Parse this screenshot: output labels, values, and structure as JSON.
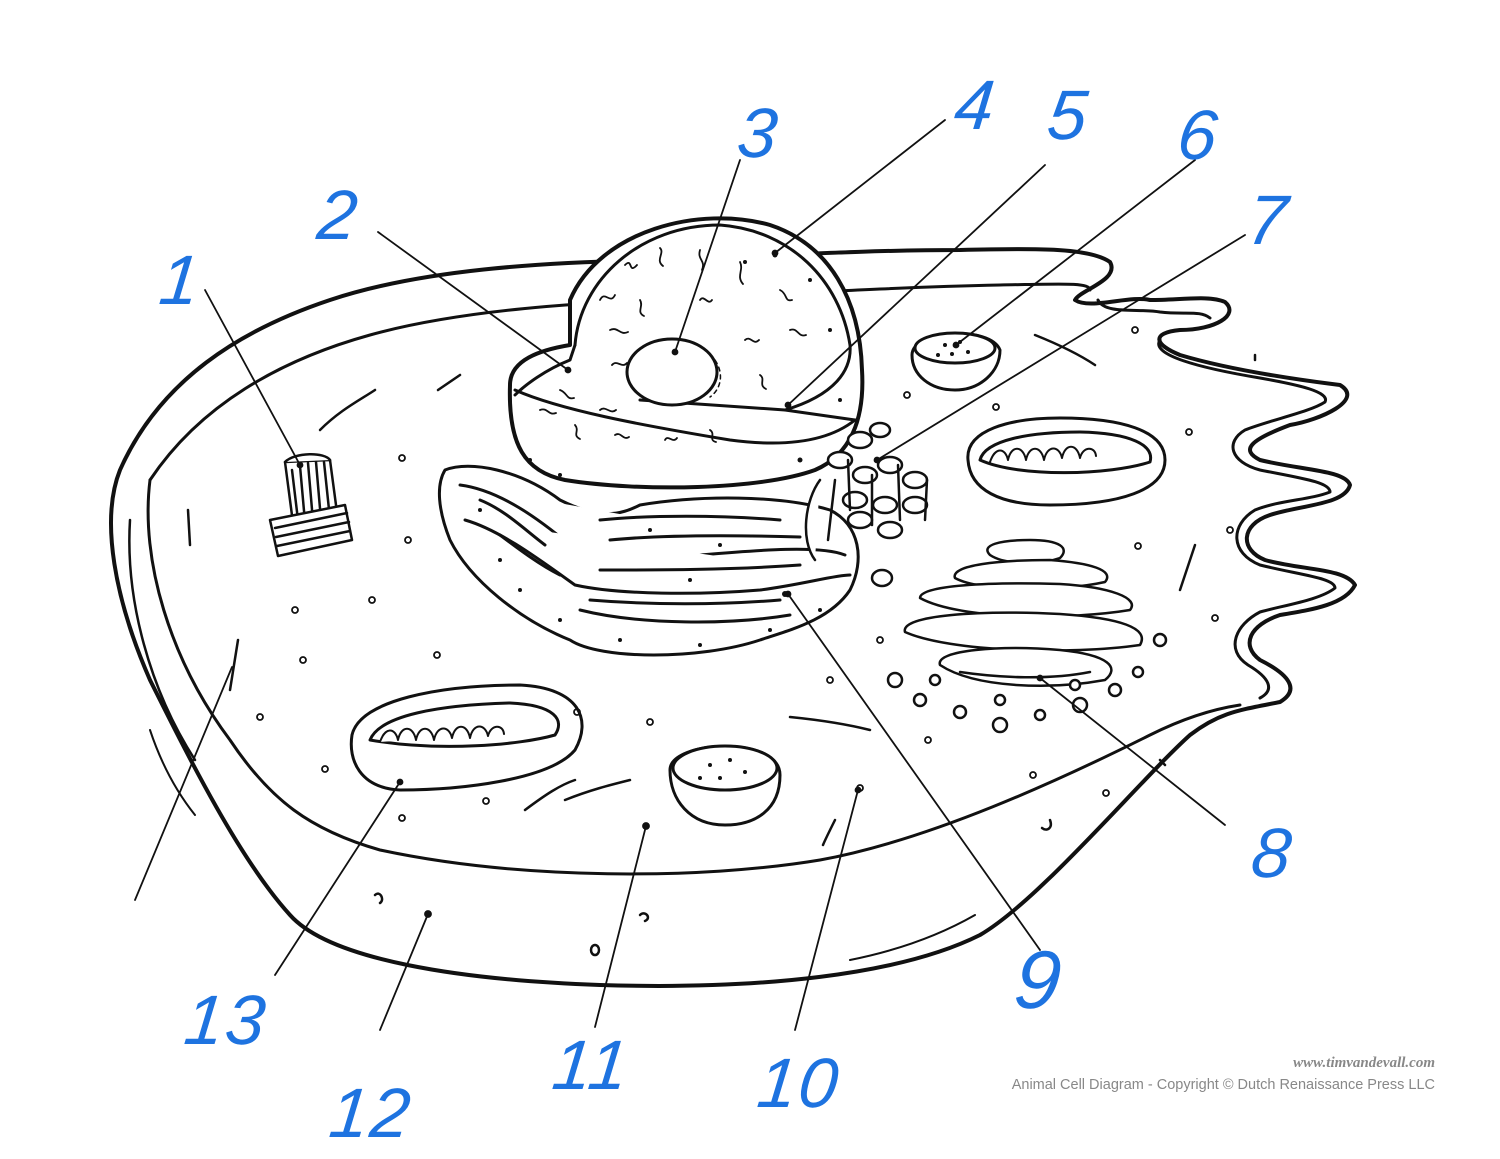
{
  "diagram": {
    "labels": [
      {
        "id": "l1",
        "text": "1"
      },
      {
        "id": "l2",
        "text": "2"
      },
      {
        "id": "l3",
        "text": "3"
      },
      {
        "id": "l4",
        "text": "4"
      },
      {
        "id": "l5",
        "text": "5"
      },
      {
        "id": "l6",
        "text": "6"
      },
      {
        "id": "l7",
        "text": "7"
      },
      {
        "id": "l8",
        "text": "8"
      },
      {
        "id": "l9",
        "text": "9"
      },
      {
        "id": "l10",
        "text": "10"
      },
      {
        "id": "l11",
        "text": "11"
      },
      {
        "id": "l12",
        "text": "12"
      },
      {
        "id": "l13",
        "text": "13"
      }
    ],
    "label_color": "#1e73e0",
    "line_color": "#111111"
  },
  "credit": {
    "url": "www.timvandevall.com",
    "copyright": "Animal Cell Diagram - Copyright © Dutch Renaissance Press LLC"
  }
}
